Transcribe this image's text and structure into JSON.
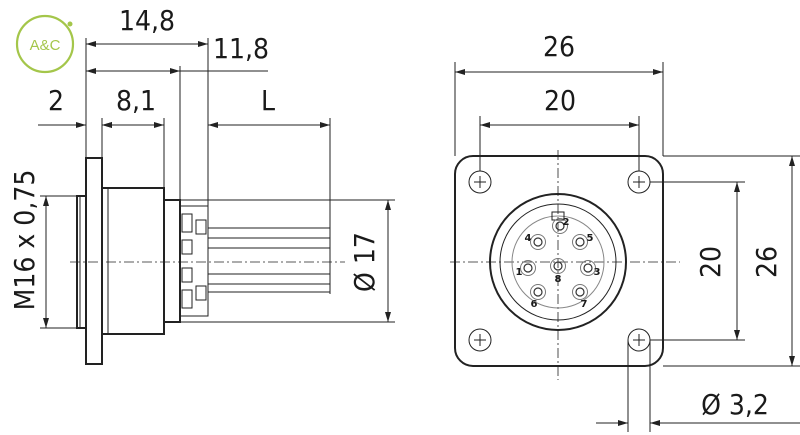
{
  "logo": {
    "text": "A&C",
    "color": "#a4c64a"
  },
  "side_view": {
    "dim_overall": "14,8",
    "dim_body": "11,8",
    "dim_flange": "2",
    "dim_nut": "8,1",
    "dim_wire_length": "L",
    "dim_diameter": "Ø 17",
    "dim_thread": "M16 x 0,75"
  },
  "front_view": {
    "dim_width": "26",
    "dim_hole_spacing_h": "20",
    "dim_hole_spacing_v": "20",
    "dim_height": "26",
    "dim_hole_diameter": "Ø 3,2",
    "pins": [
      "1",
      "2",
      "3",
      "4",
      "5",
      "6",
      "7",
      "8"
    ]
  }
}
